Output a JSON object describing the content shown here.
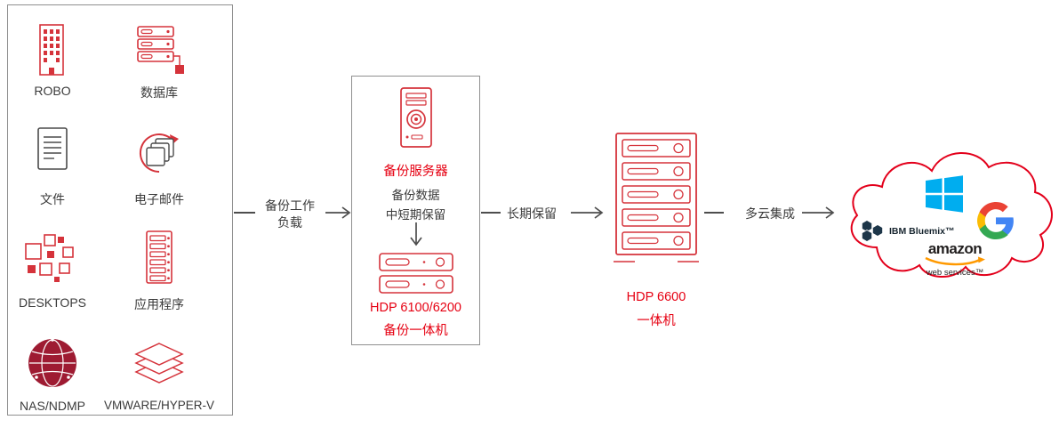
{
  "colors": {
    "accent_red": "#e60012",
    "icon_red": "#d5333b",
    "dark_red": "#9e1b32",
    "text_dark": "#3b3b3b",
    "line_gray": "#4d4d4d",
    "border_gray": "#8f8f8f",
    "windows_blue": "#00adef",
    "amazon_orange": "#ff9900",
    "ibm_dark": "#1d3649",
    "google_red": "#ea4335",
    "google_blue": "#4285f4",
    "google_green": "#34a853",
    "google_yellow": "#fbbc05"
  },
  "sources": {
    "items": [
      {
        "label": "ROBO"
      },
      {
        "label": "数据库"
      },
      {
        "label": "文件"
      },
      {
        "label": "电子邮件"
      },
      {
        "label": "DESKTOPS"
      },
      {
        "label": "应用程序"
      },
      {
        "label": "NAS/NDMP"
      },
      {
        "label": "VMWARE/HYPER-V"
      }
    ]
  },
  "connectors": {
    "workload_line1": "备份工作",
    "workload_line2": "负载",
    "longterm": "长期保留",
    "multicloud": "多云集成"
  },
  "backup": {
    "server": "备份服务器",
    "data_line1": "备份数据",
    "data_line2": "中短期保留",
    "appliance_line1": "HDP 6100/6200",
    "appliance_line2": "备份一体机"
  },
  "hdp6600": {
    "line1": "HDP 6600",
    "line2": "一体机"
  },
  "cloud": {
    "ibm_label": "IBM Bluemix™",
    "amazon_label": "amazon",
    "amazon_sub": "web services™"
  }
}
